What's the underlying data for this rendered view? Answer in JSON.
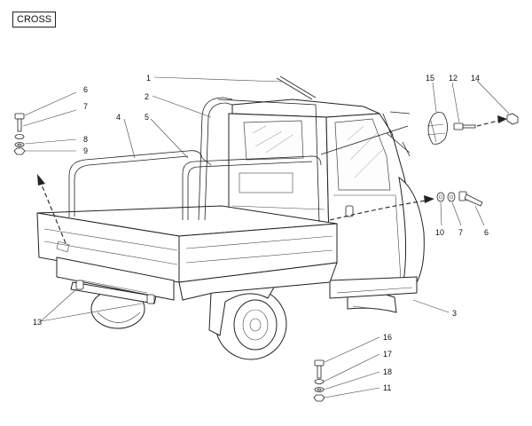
{
  "title": "CROSS",
  "callouts": {
    "c1": "1",
    "c2": "2",
    "c3": "3",
    "c4": "4",
    "c5": "5",
    "c6a": "6",
    "c7a": "7",
    "c8": "8",
    "c9": "9",
    "c15": "15",
    "c12": "12",
    "c14": "14",
    "c10": "10",
    "c7b": "7",
    "c6b": "6",
    "c13": "13",
    "c16": "16",
    "c17": "17",
    "c18": "18",
    "c11": "11"
  }
}
